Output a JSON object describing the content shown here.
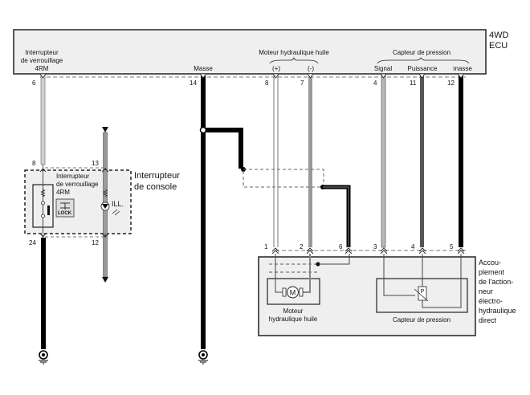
{
  "ecu": {
    "title_line1": "4WD",
    "title_line2": "ECU",
    "groups": {
      "lock_switch_line1": "Interrupteur",
      "lock_switch_line2": "de verrouillage",
      "lock_switch_line3": "4RM",
      "ground": "Masse",
      "motor": "Moteur hydraulique huile",
      "sensor": "Capteur de pression"
    },
    "pins": {
      "plus": "(+)",
      "minus": "(-)",
      "signal": "Signal",
      "power": "Puissance",
      "ground": "masse"
    },
    "pin_numbers": {
      "p6": "6",
      "p14": "14",
      "p8": "8",
      "p7": "7",
      "p4": "4",
      "p11": "11",
      "p12": "12"
    }
  },
  "console": {
    "label_line1": "Interrupteur",
    "label_line2": "de console",
    "switch_label_line1": "Interrupteur",
    "switch_label_line2": "de verrouillage",
    "switch_label_line3": "4RM",
    "lock_text": "LOCK",
    "ill_label": "ILL.",
    "pins": {
      "top_left": "8",
      "top_right": "13",
      "bottom_left": "24",
      "bottom_right": "12"
    }
  },
  "actuator": {
    "label_lines": [
      "Accou-",
      "plement",
      "de l'action-",
      "neur",
      "électro-",
      "hydraulique",
      "direct"
    ],
    "pins": {
      "p1": "1",
      "p2": "2",
      "p6": "6",
      "p3": "3",
      "p4": "4",
      "p5": "5"
    },
    "motor_symbol": "M",
    "motor_label_line1": "Moteur",
    "motor_label_line2": "hydraulique huile",
    "sensor_symbol": "P",
    "sensor_label": "Capteur de pression"
  },
  "colors": {
    "box_fill": "#efefef",
    "wire_light": "#c8c8c8",
    "wire_mid": "#9a9a9a",
    "wire_dark": "#555555",
    "wire_black": "#000000"
  }
}
